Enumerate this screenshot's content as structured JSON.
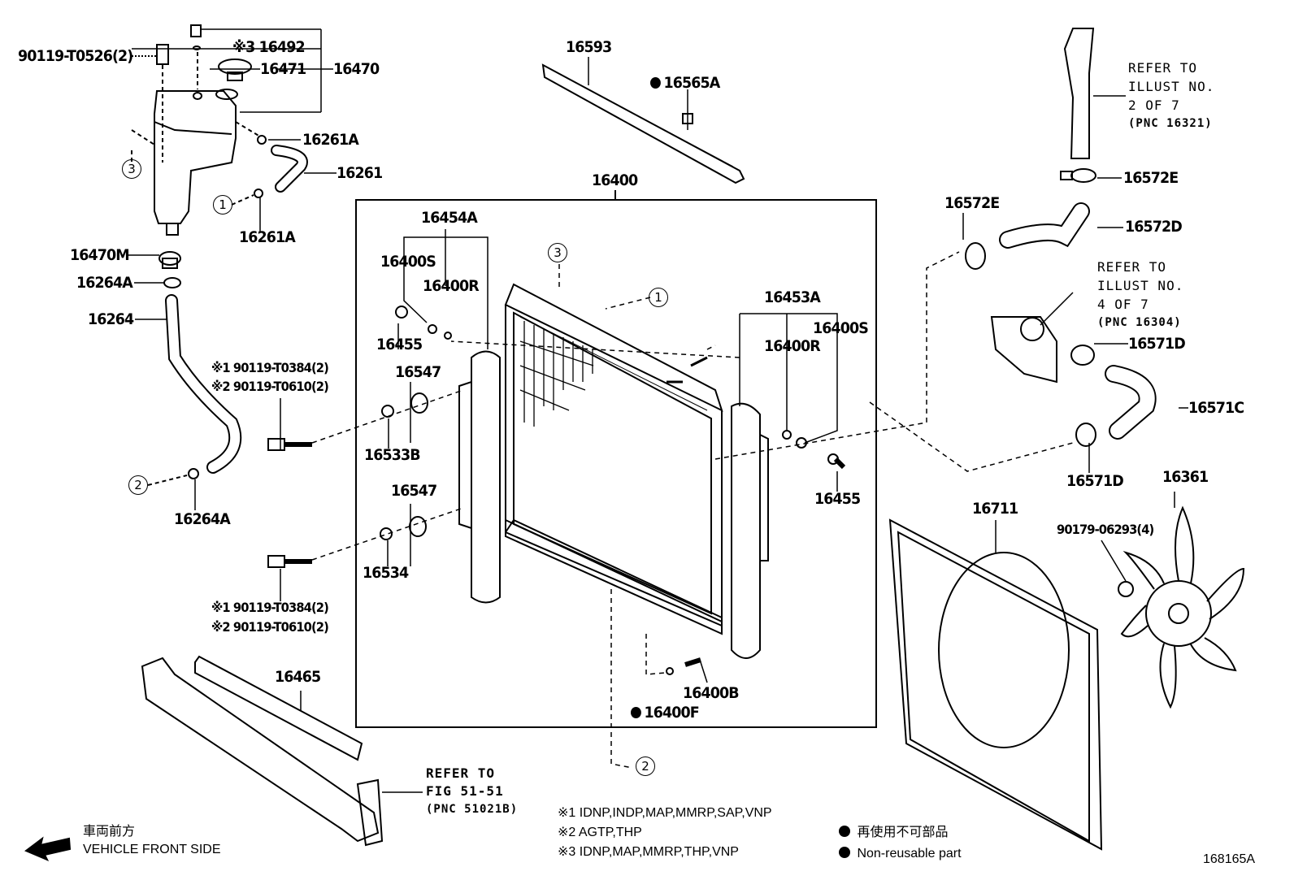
{
  "callouts": [
    "90119-T0526(2)",
    "※3 16492",
    "16471",
    "16470",
    "16261A",
    "16261",
    "16261A",
    "16470M",
    "16264A",
    "16264",
    "※1 90119-T0384(2)",
    "※2 90119-T0610(2)",
    "16264A",
    "※1 90119-T0384(2)",
    "※2 90119-T0610(2)",
    "16465",
    "16593",
    "16565A",
    "16400",
    "16454A",
    "16400S",
    "16400R",
    "16455",
    "16547",
    "16533B",
    "16547",
    "16534",
    "16453A",
    "16400S",
    "16400R",
    "16455",
    "16400B",
    "16400F",
    "16572E",
    "16572E",
    "16572D",
    "16571D",
    "16571C",
    "16571D",
    "16361",
    "16711",
    "90179-06293(4)"
  ],
  "circle_refs": [
    "3",
    "1",
    "2",
    "3",
    "1",
    "2"
  ],
  "refers": {
    "illust_2": [
      "REFER TO",
      "ILLUST NO.",
      "2 OF 7",
      "(PNC 16321)"
    ],
    "illust_4": [
      "REFER TO",
      "ILLUST NO.",
      "4 OF 7",
      "(PNC 16304)"
    ],
    "fig_51": [
      "REFER TO",
      "FIG 51-51",
      "(PNC 51021B)"
    ]
  },
  "notes": {
    "n1": "※1 IDNP,INDP,MAP,MMRP,SAP,VNP",
    "n2": "※2 AGTP,THP",
    "n3": "※3 IDNP,MAP,MMRP,THP,VNP"
  },
  "legend": {
    "jp": "再使用不可部品",
    "en": "Non-reusable part"
  },
  "direction": {
    "jp": "車両前方",
    "en": "VEHICLE FRONT SIDE",
    "icon": "arrow-left-icon"
  },
  "illustration_id": "168165A"
}
